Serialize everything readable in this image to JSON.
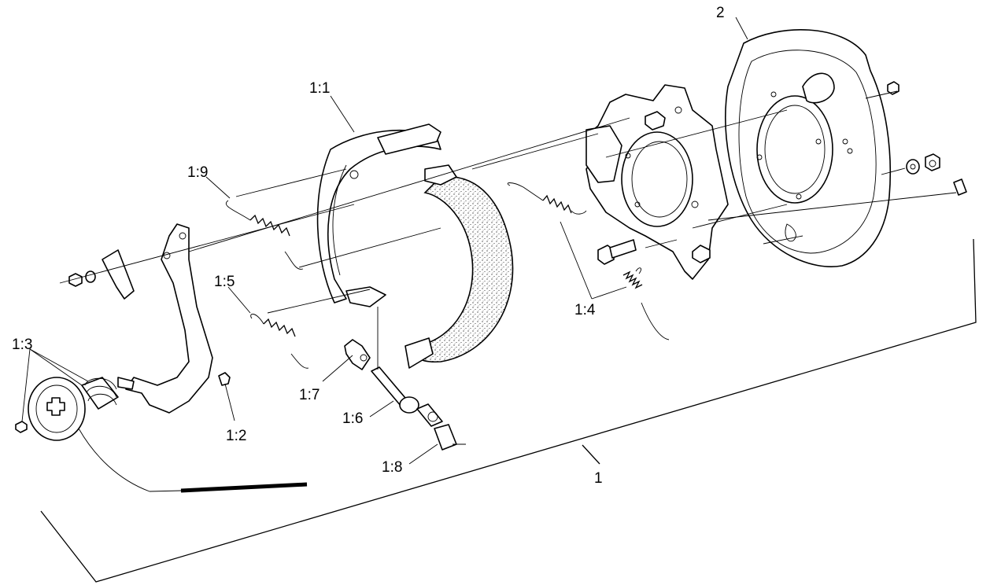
{
  "diagram": {
    "labels": {
      "p1": "1",
      "p2": "2",
      "p1_1": "1:1",
      "p1_2": "1:2",
      "p1_3": "1:3",
      "p1_4": "1:4",
      "p1_5": "1:5",
      "p1_6": "1:6",
      "p1_7": "1:7",
      "p1_8": "1:8",
      "p1_9": "1:9"
    }
  }
}
